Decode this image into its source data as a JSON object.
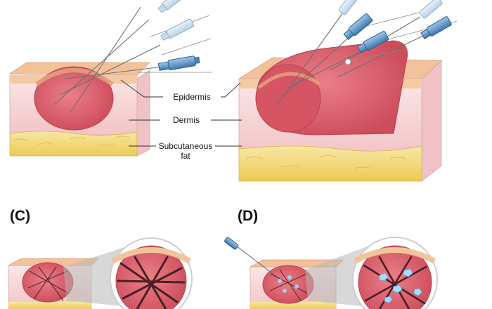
{
  "labels": {
    "epidermis": "Epidermis",
    "dermis": "Dermis",
    "subcutaneous_fat": "Subcutaneous\nfat"
  },
  "panels": {
    "c": "(C)",
    "d": "(D)"
  },
  "colors": {
    "lesion": "#d95f6b",
    "dermis": "#f6cfd1",
    "epidermis": "#f1c49b",
    "fat": "#f0da76",
    "syringe": "#7aa6cc",
    "needle": "#6b6b6b",
    "spread": "#8fd0ff"
  }
}
